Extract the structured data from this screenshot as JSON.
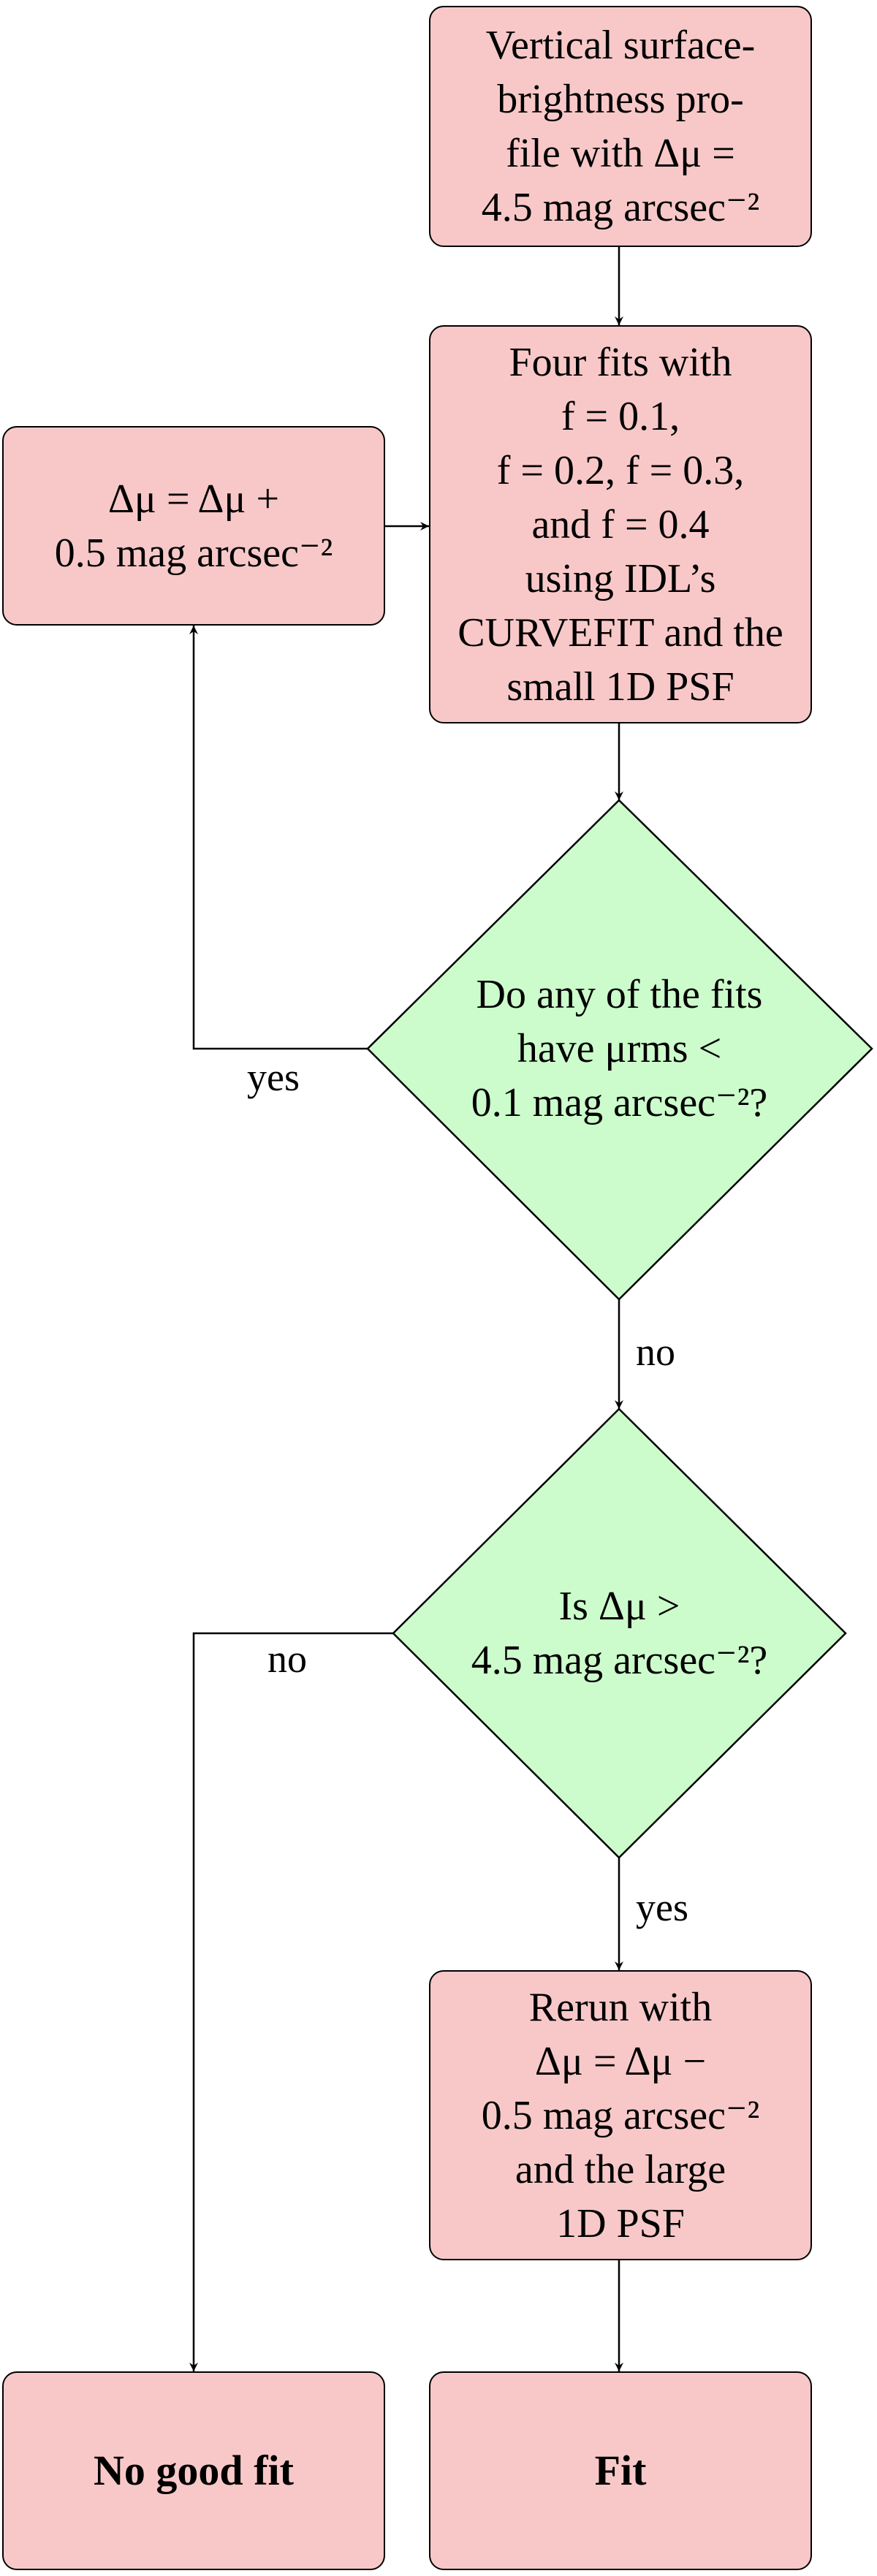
{
  "nodes": {
    "start": {
      "lines": [
        "Vertical surface-",
        "brightness pro-",
        "file with Δμ =",
        "4.5 mag arcsec⁻²"
      ]
    },
    "fits": {
      "lines": [
        "Four fits with",
        "f = 0.1,",
        "f = 0.2, f = 0.3,",
        "and f = 0.4",
        "using IDL’s",
        "CURVEFIT and the",
        "small 1D PSF"
      ]
    },
    "increment": {
      "lines": [
        "Δμ = Δμ +",
        "0.5 mag arcsec⁻²"
      ]
    },
    "decision1": {
      "lines": [
        "Do any of the fits",
        "have μrms <",
        "0.1 mag arcsec⁻²?"
      ]
    },
    "decision2": {
      "lines": [
        "Is Δμ >",
        "4.5 mag arcsec⁻²?"
      ]
    },
    "rerun": {
      "lines": [
        "Rerun with",
        "Δμ = Δμ −",
        "0.5 mag arcsec⁻²",
        "and the large",
        "1D PSF"
      ]
    },
    "nofit": {
      "label": "No good fit"
    },
    "fit": {
      "label": "Fit"
    }
  },
  "edge_labels": {
    "yes_loop": "yes",
    "no_down": "no",
    "no_left": "no",
    "yes_down": "yes"
  },
  "colors": {
    "box_fill": "#f8c8c8",
    "diamond_fill": "#ccfccc",
    "stroke": "#000000"
  }
}
